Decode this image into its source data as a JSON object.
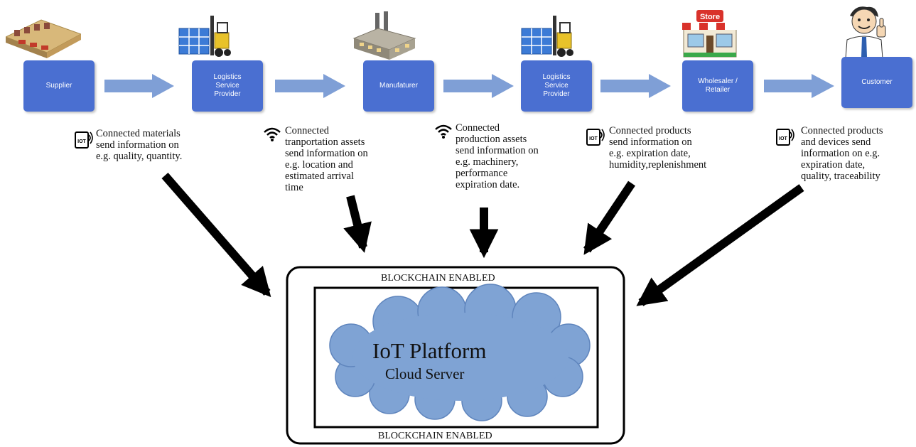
{
  "supply_chain": {
    "stages": [
      {
        "label": "Supplier",
        "icon": "warehouse-icon"
      },
      {
        "label": "Logistics\nService\nProvider",
        "icon": "forklift-icon"
      },
      {
        "label": "Manufaturer",
        "icon": "factory-icon"
      },
      {
        "label": "Logistics\nService\nProvider",
        "icon": "forklift-icon"
      },
      {
        "label": "Wholesaler /\nRetailer",
        "icon": "store-icon",
        "icon_text": "Store"
      },
      {
        "label": "Customer",
        "icon": "customer-thumbs-up-icon"
      }
    ],
    "info_notes": [
      {
        "icon": "iot-icon",
        "text": "Connected materials\nsend information on\ne.g. quality, quantity."
      },
      {
        "icon": "wifi-icon",
        "text": "Connected\ntranportation assets\nsend information on\ne.g. location and\nestimated arrival\ntime"
      },
      {
        "icon": "wifi-icon",
        "text": "Connected\nproduction assets\nsend information on\ne.g. machinery,\nperformance\nexpiration date."
      },
      {
        "icon": "iot-icon",
        "text": "Connected products\nsend information on\ne.g. expiration date,\nhumidity,replenishment"
      },
      {
        "icon": "iot-icon",
        "text": "Connected products\nand devices send\ninformation on e.g.\nexpiration date,\nquality, traceability"
      }
    ]
  },
  "platform": {
    "top_label": "BLOCKCHAIN ENABLED",
    "bottom_label": "BLOCKCHAIN ENABLED",
    "title": "IoT Platform",
    "subtitle": "Cloud Server"
  },
  "colors": {
    "stage_box": "#4a6fd1",
    "flow_arrow": "#7f9fd6",
    "cloud_fill": "#7fa3d4",
    "cloud_stroke": "#5f85bd",
    "data_arrow": "#000000"
  }
}
